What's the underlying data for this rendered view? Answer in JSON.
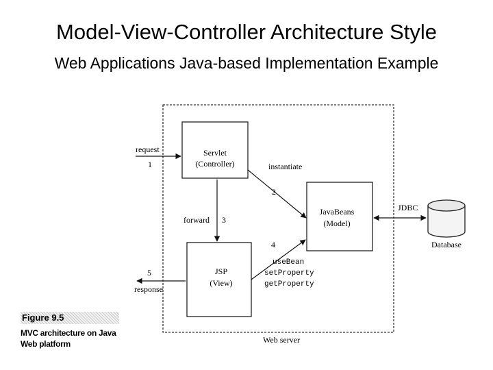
{
  "slide": {
    "title": "Model-View-Controller Architecture Style",
    "subtitle": "Web Applications Java-based Implementation Example"
  },
  "diagram": {
    "web_server_label": "Web server",
    "servlet": {
      "line1": "Servlet",
      "line2": "(Controller)"
    },
    "javabeans": {
      "line1": "JavaBeans",
      "line2": "(Model)"
    },
    "jsp": {
      "line1": "JSP",
      "line2": "(View)"
    },
    "database_label": "Database",
    "arrows": {
      "request": "request",
      "request_num": "1",
      "instantiate": "instantiate",
      "instantiate_num": "2",
      "forward": "forward",
      "forward_num": "3",
      "usebean_num": "4",
      "usebean_lines": [
        "useBean",
        "setProperty",
        "getProperty"
      ],
      "response": "response",
      "response_num": "5",
      "jdbc": "JDBC"
    }
  },
  "figure": {
    "label": "Figure 9.5",
    "caption_line1": "MVC architecture on Java",
    "caption_line2": "Web platform"
  }
}
